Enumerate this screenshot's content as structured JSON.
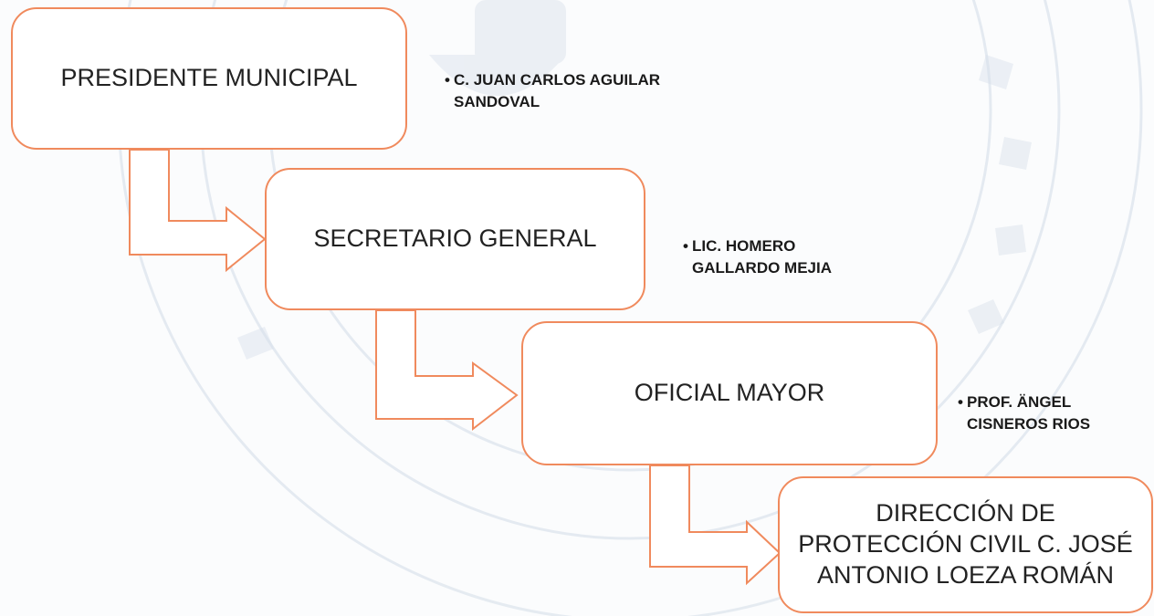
{
  "theme": {
    "accent": "#f08a5d",
    "text": "#222222",
    "watermark": "#c6d2e2"
  },
  "org_chart": {
    "nodes": [
      {
        "title": "PRESIDENTE MUNICIPAL",
        "holder_bullet": "•",
        "holder_line1": "C. JUAN CARLOS AGUILAR",
        "holder_line2": "SANDOVAL"
      },
      {
        "title": "SECRETARIO GENERAL",
        "holder_bullet": "•",
        "holder_line1": "LIC. HOMERO",
        "holder_line2": "GALLARDO MEJIA"
      },
      {
        "title": "OFICIAL MAYOR",
        "holder_bullet": "•",
        "holder_line1": "PROF. ÄNGEL",
        "holder_line2": "CISNEROS RIOS"
      },
      {
        "title_line1": "DIRECCIÓN DE",
        "title_line2": "PROTECCIÓN CIVIL C. JOSÉ",
        "title_line3": "ANTONIO LOEZA ROMÁN"
      }
    ]
  }
}
